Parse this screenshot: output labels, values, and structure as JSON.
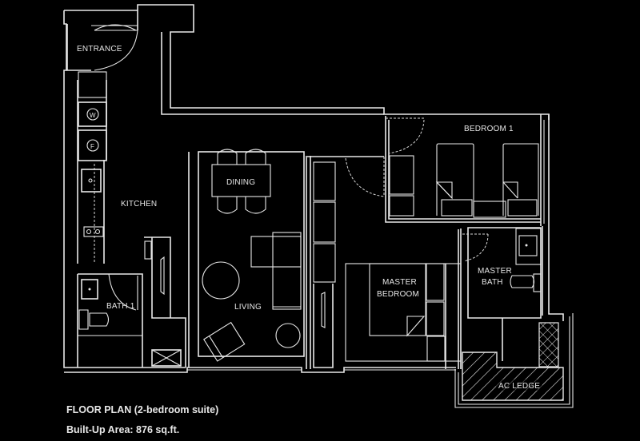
{
  "plan": {
    "rooms": {
      "entrance": "ENTRANCE",
      "kitchen": "KITCHEN",
      "dining": "DINING",
      "living": "LIVING",
      "bath1": "BATH 1",
      "bedroom1": "BEDROOM 1",
      "master_bedroom_line1": "MASTER",
      "master_bedroom_line2": "BEDROOM",
      "master_bath_line1": "MASTER",
      "master_bath_line2": "BATH",
      "ac_ledge": "AC LEDGE"
    },
    "appliances": {
      "washer": "W",
      "fridge": "F"
    },
    "colors": {
      "background": "#000000",
      "lines": "#e8e8e8"
    }
  },
  "caption": {
    "title": "FLOOR PLAN (2-bedroom suite)",
    "area": "Built-Up Area: 876 sq.ft."
  }
}
